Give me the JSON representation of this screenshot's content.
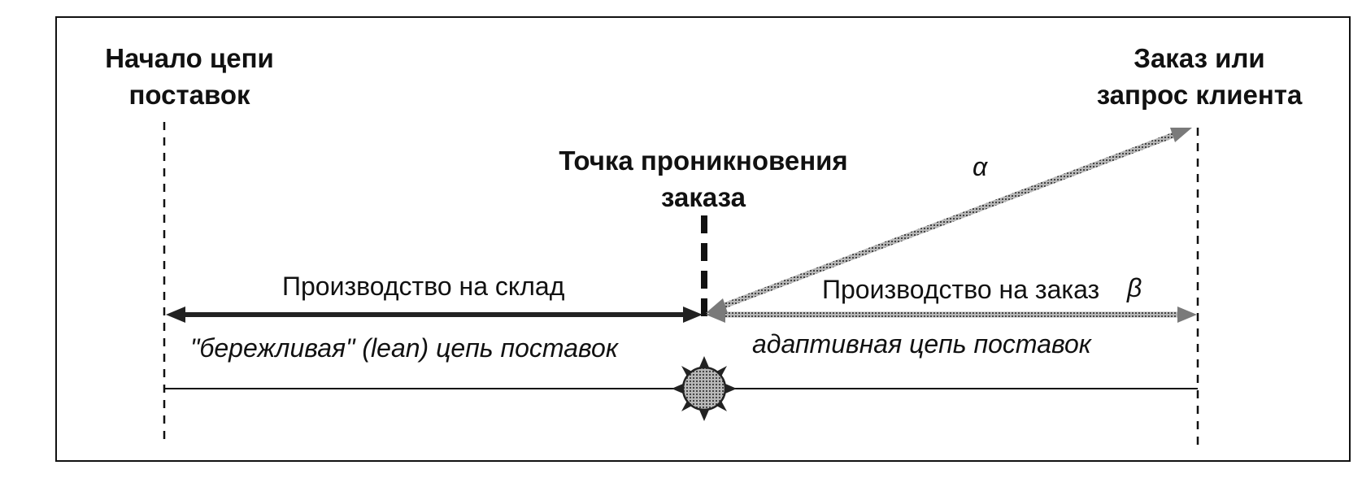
{
  "labels": {
    "start_line1": "Начало цепи",
    "start_line2": "поставок",
    "end_line1": "Заказ или",
    "end_line2": "запрос клиента",
    "decoupling_line1": "Точка проникновения",
    "decoupling_line2": "заказа",
    "make_to_stock": "Производство на склад",
    "make_to_order": "Производство на заказ",
    "lean_chain": "\"бережливая\" (lean) цепь поставок",
    "agile_chain": "адаптивная цепь поставок",
    "alpha": "α",
    "beta": "β"
  },
  "colors": {
    "ink": "#111111",
    "grey_arrow": "#9a9a9a",
    "sun_fill": "#8a8a8a"
  },
  "icons": {
    "sun": "sun-icon"
  }
}
